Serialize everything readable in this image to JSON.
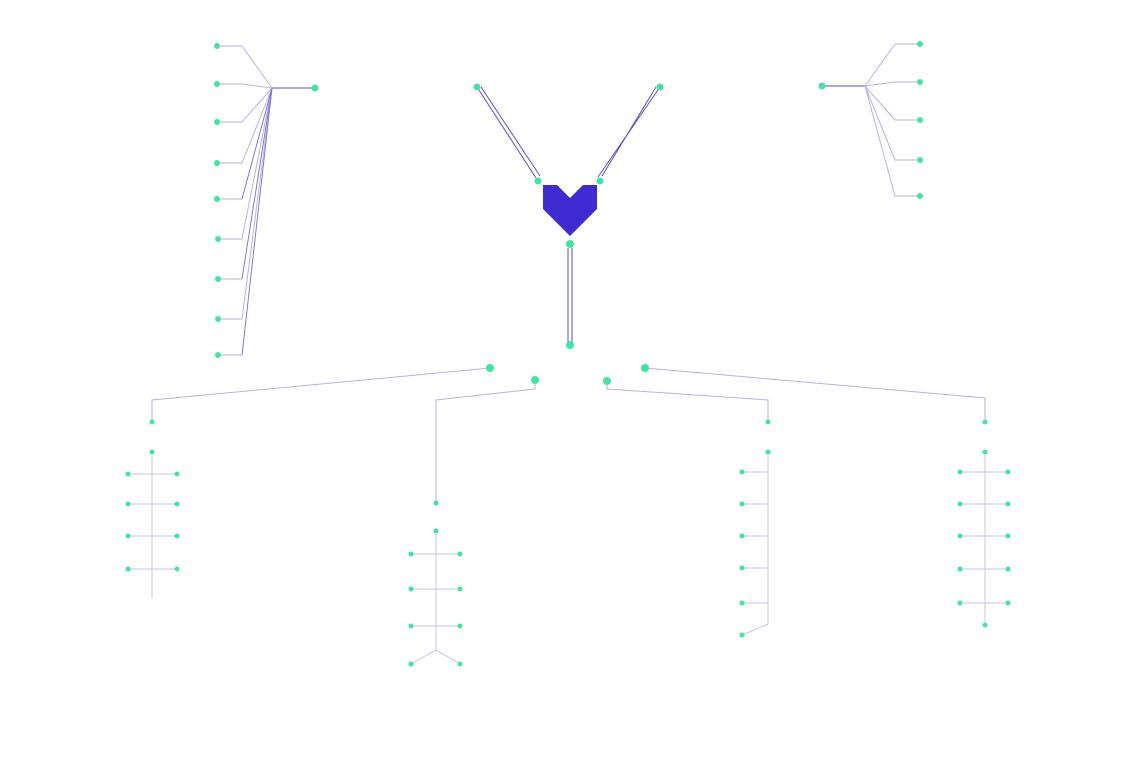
{
  "colors": {
    "background": "#ffffff",
    "node": "#3ee6a4",
    "emblem": "#3f2bd1",
    "edge_primary": "#5b4fcf",
    "edge_secondary": "#b8b2e6",
    "edge_tree": "#c7c3e8"
  },
  "emblem": {
    "icon": "heart-chevron-icon"
  },
  "groups": [
    "top-left-fan",
    "top-center-connector",
    "top-right-fan",
    "bottom-branch-1",
    "bottom-branch-2",
    "bottom-branch-3",
    "bottom-branch-4"
  ]
}
